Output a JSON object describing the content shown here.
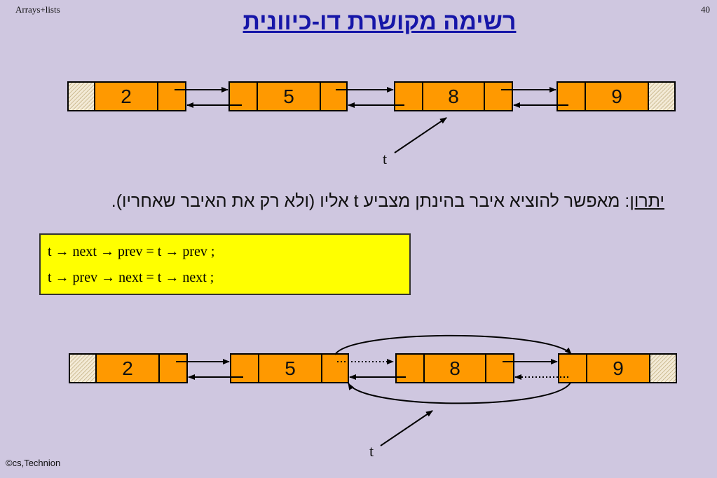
{
  "slide": {
    "corner_left": "Arrays+lists",
    "page_number": "40",
    "title": "רשימה מקושרת דו-כיוונית",
    "footer": "©cs,Technion"
  },
  "diagram_top": {
    "values": [
      "2",
      "5",
      "8",
      "9"
    ],
    "pointer_label": "t"
  },
  "diagram_bottom": {
    "values": [
      "2",
      "5",
      "8",
      "9"
    ],
    "pointer_label": "t"
  },
  "advantage": {
    "heading": "יתרון",
    "text": ": מאפשר להוציא איבר בהינתן מצביע t אליו (ולא רק את האיבר שאחריו)."
  },
  "code": {
    "lines": [
      "t → next → prev = t → prev ;",
      "t → prev → next = t → next ;"
    ]
  },
  "colors": {
    "background": "#cfc7e0",
    "node_fill": "#ff9900",
    "title": "#1616a8",
    "code_box": "#ffff00"
  }
}
